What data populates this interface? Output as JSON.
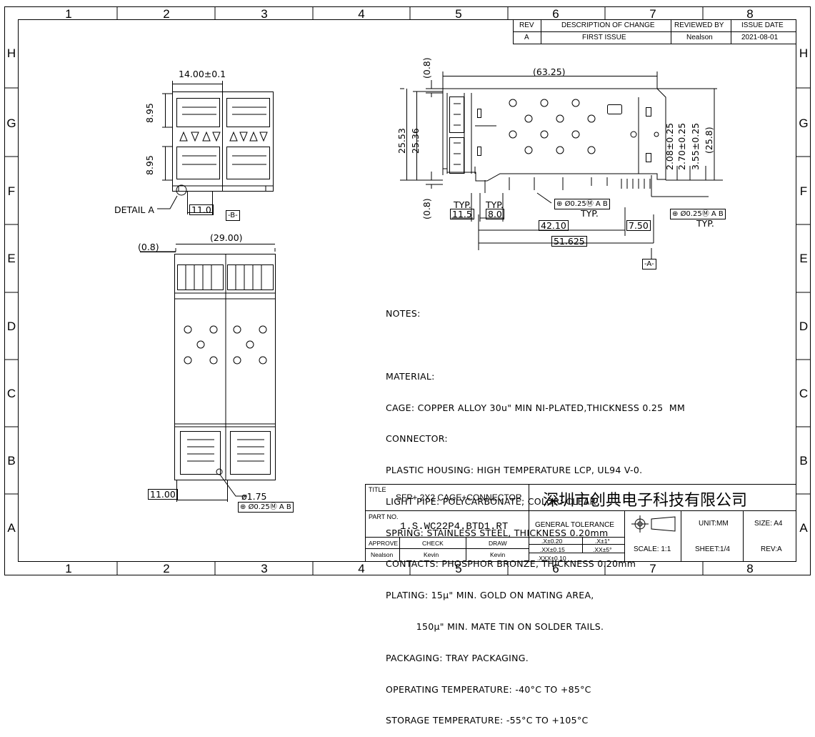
{
  "border": {
    "columns": [
      "1",
      "2",
      "3",
      "4",
      "5",
      "6",
      "7",
      "8"
    ],
    "rows": [
      "H",
      "G",
      "F",
      "E",
      "D",
      "C",
      "B",
      "A"
    ]
  },
  "revision_block": {
    "headers": [
      "REV",
      "DESCRIPTION OF CHANGE",
      "REVIEWED BY",
      "ISSUE DATE"
    ],
    "row": [
      "A",
      "FIRST ISSUE",
      "Nealson",
      "2021-08-01"
    ]
  },
  "top_view": {
    "width_dim": "14.00±0.1",
    "pitch_upper": "8.95",
    "pitch_lower": "8.95",
    "bottom_dim": "11.0",
    "datum_b": "-B-",
    "detail_label": "DETAIL  A"
  },
  "side_view": {
    "length_dim": "(63.25)",
    "top_offset": "(0.8)",
    "height_outer": "25.53",
    "height_inner": "25.36",
    "bottom_offset": "(0.8)",
    "typ1_label": "TYP.",
    "typ1_value": "11.5",
    "typ2_label": "TYP.",
    "typ2_value": "8.0",
    "pos_tol_1": "Ø0.25Ⓜ A B",
    "pos_tol_1_typ": "TYP.",
    "pos_tol_2": "Ø0.25Ⓜ A B",
    "pos_tol_2_typ": "TYP.",
    "dim_42": "42.10",
    "dim_750": "7.50",
    "dim_51": "51.625",
    "datum_a": "-A-",
    "h1": "2.08±0.25",
    "h2": "2.70±0.25",
    "h3": "3.55±0.25",
    "h4": "(25.8)"
  },
  "front_view": {
    "width_dim": "(29.00)",
    "offset": "(0.8)",
    "bottom_dim": "11.00",
    "hole_dim": "ø1.75",
    "hole_tol": "Ø0.25Ⓜ A B"
  },
  "notes": {
    "lines": [
      "NOTES:",
      "",
      "MATERIAL:",
      "CAGE: COPPER ALLOY 30u\" MIN NI-PLATED,THICKNESS 0.25  MM",
      "CONNECTOR:",
      "PLASTIC HOUSING: HIGH TEMPERATURE LCP, UL94 V-0.",
      "LIGHT PIPE: POLYCARBONATE; COLOR: CLEAR",
      "SPRING: STAINLESS STEEL, THICKNESS 0.20mm",
      "CONTACTS: PHOSPHOR BRONZE, THICKNESS 0.20mm",
      "PLATING: 15μ\" MIN. GOLD ON MATING AREA,",
      "          150μ\" MIN. MATE TIN ON SOLDER TAILS.",
      "PACKAGING: TRAY PACKAGING.",
      "OPERATING TEMPERATURE: -40°C TO +85°C",
      "STORAGE TEMPERATURE: -55°C TO +105°C"
    ]
  },
  "title_block": {
    "title_label": "TITLE",
    "title": "SFP+ 2X2 CAGE+CONNECTOR",
    "company": "深圳市创典电子科技有限公司",
    "part_no_label": "PART NO.",
    "part_no": "1.S.WC22P4.BTD1.RT",
    "general_tolerance": "GENERAL TOLERANCE",
    "unit": "UNIT:MM",
    "size": "SIZE: A4",
    "approve_label": "APPROVE",
    "check_label": "CHECK",
    "draw_label": "DRAW",
    "approve": "Nealson",
    "check": "Kevin",
    "draw": "Kevin",
    "tol_x": ".X±0.20",
    "tol_xx": ".XX±0.15",
    "tol_xxx": ".XXX±0.10",
    "ang_x": ".X±1°",
    "ang_xx": ".XX±5°",
    "scale": "SCALE:  1:1",
    "sheet": "SHEET:1/4",
    "rev": "REV:A"
  }
}
